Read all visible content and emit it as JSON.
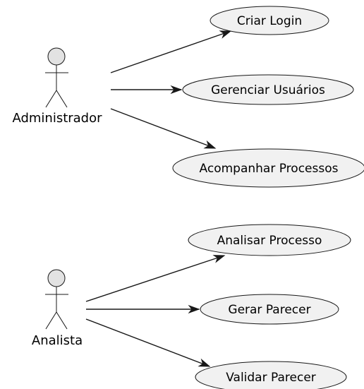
{
  "actors": [
    {
      "id": "administrador",
      "label": "Administrador"
    },
    {
      "id": "analista",
      "label": "Analista"
    }
  ],
  "use_cases": [
    {
      "id": "criar-login",
      "label": "Criar Login"
    },
    {
      "id": "gerenciar-usuarios",
      "label": "Gerenciar Usuários"
    },
    {
      "id": "acompanhar-processos",
      "label": "Acompanhar Processos"
    },
    {
      "id": "analisar-processo",
      "label": "Analisar Processo"
    },
    {
      "id": "gerar-parecer",
      "label": "Gerar Parecer"
    },
    {
      "id": "validar-parecer",
      "label": "Validar Parecer"
    }
  ],
  "associations": [
    {
      "from": "administrador",
      "to": "criar-login"
    },
    {
      "from": "administrador",
      "to": "gerenciar-usuarios"
    },
    {
      "from": "administrador",
      "to": "acompanhar-processos"
    },
    {
      "from": "analista",
      "to": "analisar-processo"
    },
    {
      "from": "analista",
      "to": "gerar-parecer"
    },
    {
      "from": "analista",
      "to": "validar-parecer"
    }
  ],
  "colors": {
    "actor_fill": "#e2e2e2",
    "usecase_fill": "#f1f1f1",
    "stroke": "#181818"
  }
}
